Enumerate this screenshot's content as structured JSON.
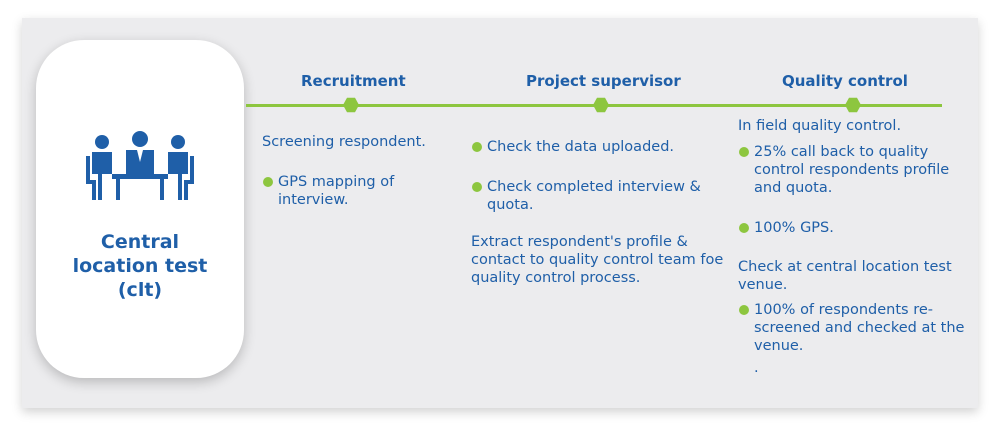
{
  "badge": {
    "icon": "meeting-people-icon",
    "title": "Central\nlocation test\n(clt)"
  },
  "colors": {
    "primary_blue": "#1f5fa8",
    "accent_green": "#8dc63f",
    "panel_bg": "#ececee"
  },
  "columns": {
    "recruitment": {
      "heading": "Recruitment",
      "intro": "Screening respondent.",
      "bullet_1": "GPS mapping of interview."
    },
    "supervisor": {
      "heading": "Project supervisor",
      "bullet_1": "Check the data uploaded.",
      "bullet_2": "Check completed interview & quota.",
      "note": "Extract respondent's profile & contact to quality control team foe quality control process."
    },
    "quality": {
      "heading": "Quality control",
      "intro": "In field quality control.",
      "bullet_1": "25% call back to quality control respondents profile and quota.",
      "bullet_2": "100% GPS.",
      "note": "Check at central location test venue.",
      "bullet_3": "100% of respondents re-screened and checked at the venue.",
      "trailing": "."
    }
  }
}
